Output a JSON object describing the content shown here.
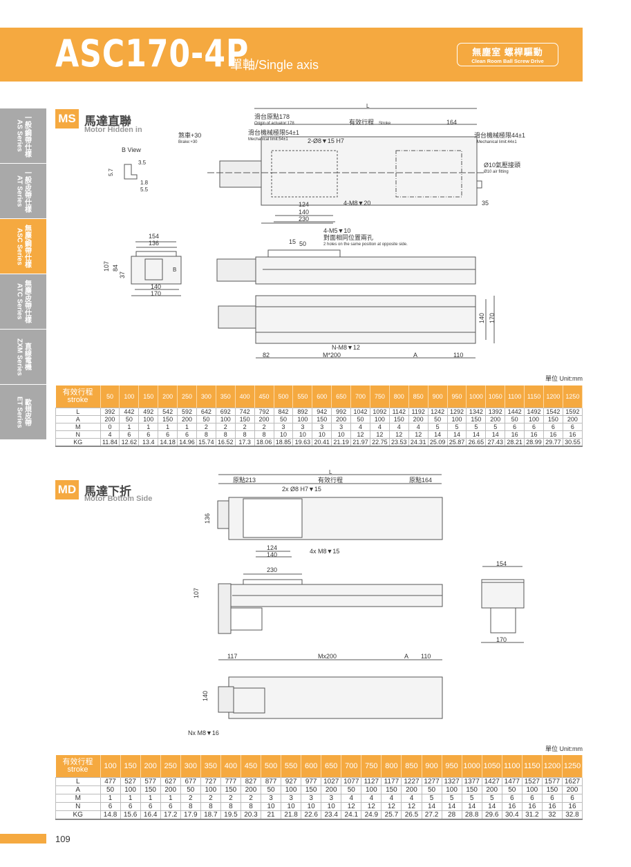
{
  "header": {
    "model": "ASC170-4P",
    "subtitle": "單軸/Single axis",
    "badge_zh": "無塵室  螺桿驅動",
    "badge_en": "Clean Room    Ball Screw Drive"
  },
  "sidebar": [
    {
      "zh": "一般/鋼帶仕樣",
      "en": "AS Series",
      "active": false
    },
    {
      "zh": "一般/皮帶仕樣",
      "en": "AT Series",
      "active": false
    },
    {
      "zh": "無塵/鋼帶仕樣",
      "en": "ASC Series",
      "active": true
    },
    {
      "zh": "無塵/皮帶仕樣",
      "en": "ATC Series",
      "active": false
    },
    {
      "zh": "直線電機",
      "en": "ZXM Series",
      "active": false
    },
    {
      "zh": "歐規皮帶",
      "en": "ET Series",
      "active": false
    }
  ],
  "ms": {
    "code": "MS",
    "title": "馬達直聯",
    "subtitle": "Motor Hidden in",
    "labels": {
      "L": "L",
      "origin_zh": "滑台原點178",
      "origin_en": "Origin of actuator:178",
      "stroke_zh": "有效行程",
      "stroke_en": "Stroke",
      "d164": "164",
      "brake_zh": "煞車+30",
      "brake_en": "Brake:+30",
      "mech_l_zh": "滑台機械極限54±1",
      "mech_l_en": "Mechanical limit:54±1",
      "hole": "2-Ø8▼15 H7",
      "mech_r_zh": "滑台機械極限44±1",
      "mech_r_en": "Mechanical limit:44±1",
      "air_zh": "Ø10氣壓接頭",
      "air_en": "Ø10 air fitting",
      "d124": "124",
      "d140": "140",
      "d230": "230",
      "m8": "4-M8▼20",
      "d35": "35",
      "bview": "B View",
      "d35b": "3.5",
      "d57": "5.7",
      "d18": "1.8",
      "d55": "5.5",
      "m5": "4-M5▼10",
      "m5_zh": "對面相同位置兩孔",
      "m5_en": "2 holes on the same position at opposite side.",
      "d15": "15",
      "d50": "50",
      "d154": "154",
      "d136": "136",
      "d107": "107",
      "d84": "84",
      "d37": "37",
      "d140e": "140",
      "d170": "170",
      "b": "B",
      "nm8": "N-M8▼12",
      "d82": "82",
      "m200": "M*200",
      "a": "A",
      "d110": "110",
      "d140s": "140",
      "d170s": "170"
    }
  },
  "table1": {
    "unit": "單位 Unit:mm",
    "header_zh": "有效行程",
    "header_en": "stroke",
    "stroke": [
      50,
      100,
      150,
      200,
      250,
      300,
      350,
      400,
      450,
      500,
      550,
      600,
      650,
      700,
      750,
      800,
      850,
      900,
      950,
      1000,
      1050,
      1100,
      1150,
      1200,
      1250
    ],
    "rows": [
      {
        "name": "L",
        "values": [
          392,
          442,
          492,
          542,
          592,
          642,
          692,
          742,
          792,
          842,
          892,
          942,
          992,
          1042,
          1092,
          1142,
          1192,
          1242,
          1292,
          1342,
          1392,
          1442,
          1492,
          1542,
          1592
        ]
      },
      {
        "name": "A",
        "values": [
          200,
          50,
          100,
          150,
          200,
          50,
          100,
          150,
          200,
          50,
          100,
          150,
          200,
          50,
          100,
          150,
          200,
          50,
          100,
          150,
          200,
          50,
          100,
          150,
          200
        ]
      },
      {
        "name": "M",
        "values": [
          0,
          1,
          1,
          1,
          1,
          2,
          2,
          2,
          2,
          3,
          3,
          3,
          3,
          4,
          4,
          4,
          4,
          5,
          5,
          5,
          5,
          6,
          6,
          6,
          6
        ]
      },
      {
        "name": "N",
        "values": [
          4,
          6,
          6,
          6,
          6,
          8,
          8,
          8,
          8,
          10,
          10,
          10,
          10,
          12,
          12,
          12,
          12,
          14,
          14,
          14,
          14,
          16,
          16,
          16,
          16
        ]
      },
      {
        "name": "KG",
        "values": [
          "11.84",
          "12.62",
          "13.4",
          "14.18",
          "14.96",
          "15.74",
          "16.52",
          "17.3",
          "18.06",
          "18.85",
          "19.63",
          "20.41",
          "21.19",
          "21.97",
          "22.75",
          "23.53",
          "24.31",
          "25.09",
          "25.87",
          "26.65",
          "27.43",
          "28.21",
          "28.99",
          "29.77",
          "30.55"
        ]
      }
    ]
  },
  "md": {
    "code": "MD",
    "title": "馬達下折",
    "subtitle": "Motor Bottom Side",
    "labels": {
      "L": "L",
      "o213": "原點213",
      "stroke": "有效行程",
      "o164": "原點164",
      "hole": "2x Ø8 H7▼15",
      "d136": "136",
      "d124": "124",
      "d140": "140",
      "m8": "4x M8▼15",
      "d230": "230",
      "d107": "107",
      "d154": "154",
      "d170": "170",
      "d117": "117",
      "m200": "Mx200",
      "a": "A",
      "d110": "110",
      "d140b": "140",
      "nm8": "Nx M8▼16"
    }
  },
  "table2": {
    "unit": "單位 Unit:mm",
    "header_zh": "有效行程",
    "header_en": "stroke",
    "stroke": [
      100,
      150,
      200,
      250,
      300,
      350,
      400,
      450,
      500,
      550,
      600,
      650,
      700,
      750,
      800,
      850,
      900,
      950,
      1000,
      1050,
      1100,
      1150,
      1200,
      1250
    ],
    "rows": [
      {
        "name": "L",
        "values": [
          477,
          527,
          577,
          627,
          677,
          727,
          777,
          827,
          877,
          927,
          977,
          1027,
          1077,
          1127,
          1177,
          1227,
          1277,
          1327,
          1377,
          1427,
          1477,
          1527,
          1577,
          1627
        ]
      },
      {
        "name": "A",
        "values": [
          50,
          100,
          150,
          200,
          50,
          100,
          150,
          200,
          50,
          100,
          150,
          200,
          50,
          100,
          150,
          200,
          50,
          100,
          150,
          200,
          50,
          100,
          150,
          200
        ]
      },
      {
        "name": "M",
        "values": [
          1,
          1,
          1,
          1,
          2,
          2,
          2,
          2,
          3,
          3,
          3,
          3,
          4,
          4,
          4,
          4,
          5,
          5,
          5,
          5,
          6,
          6,
          6,
          6
        ]
      },
      {
        "name": "N",
        "values": [
          6,
          6,
          6,
          6,
          8,
          8,
          8,
          8,
          10,
          10,
          10,
          10,
          12,
          12,
          12,
          12,
          14,
          14,
          14,
          14,
          16,
          16,
          16,
          16
        ]
      },
      {
        "name": "KG",
        "values": [
          "14.8",
          "15.6",
          "16.4",
          "17.2",
          "17.9",
          "18.7",
          "19.5",
          "20.3",
          "21",
          "21.8",
          "22.6",
          "23.4",
          "24.1",
          "24.9",
          "25.7",
          "26.5",
          "27.2",
          "28",
          "28.8",
          "29.6",
          "30.4",
          "31.2",
          "32",
          "32.8"
        ]
      }
    ]
  },
  "footer": {
    "page": "109"
  },
  "colors": {
    "accent": "#f5a940",
    "sidebar": "#a9a9a9"
  }
}
